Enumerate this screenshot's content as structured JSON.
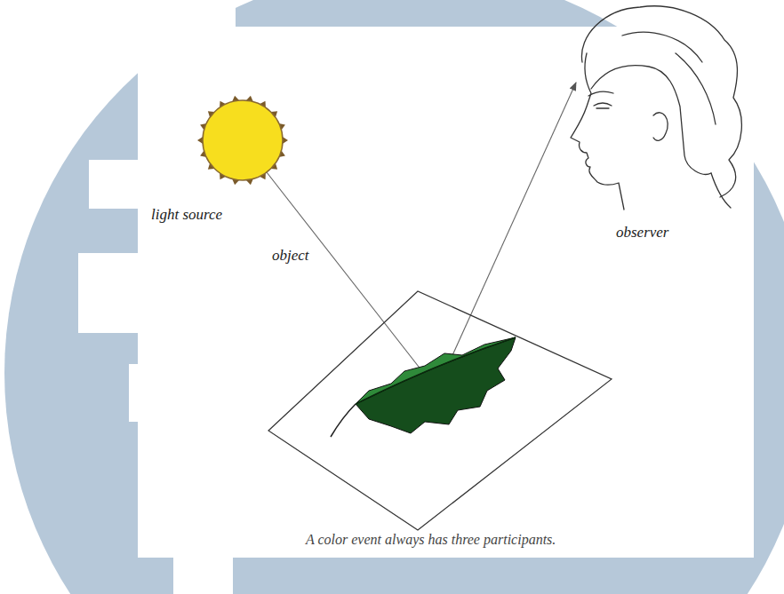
{
  "diagram": {
    "caption": "A color event always has three participants.",
    "nodes": [
      {
        "text": [
          "light source"
        ]
      },
      {
        "text": [
          "observer"
        ]
      },
      {
        "text": [
          "object"
        ]
      }
    ],
    "edges": [
      {
        "from": 0,
        "to": 2,
        "arrow": "none"
      },
      {
        "from": 2,
        "to": 1,
        "arrow": "to"
      }
    ]
  }
}
